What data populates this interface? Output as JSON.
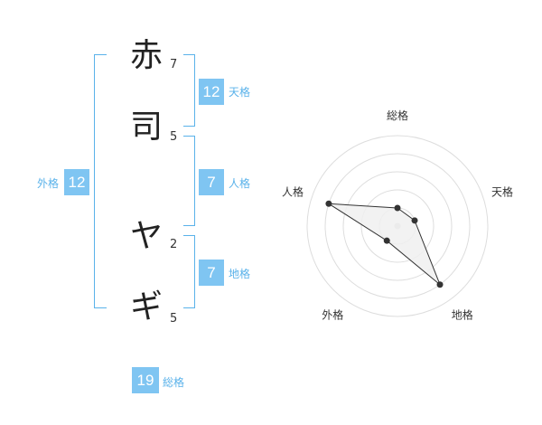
{
  "name": {
    "chars": [
      {
        "char": "赤",
        "strokes": "7"
      },
      {
        "char": "司",
        "strokes": "5"
      },
      {
        "char": "ヤ",
        "strokes": "2"
      },
      {
        "char": "ギ",
        "strokes": "5"
      }
    ]
  },
  "fortunes": {
    "tenkaku": {
      "value": "12",
      "label": "天格"
    },
    "jinkaku": {
      "value": "7",
      "label": "人格"
    },
    "chikaku": {
      "value": "7",
      "label": "地格"
    },
    "gaikaku": {
      "value": "12",
      "label": "外格"
    },
    "soukaku": {
      "value": "19",
      "label": "総格"
    }
  },
  "chart_data": {
    "type": "radar",
    "axes": [
      "総格",
      "天格",
      "地格",
      "外格",
      "人格"
    ],
    "values": [
      1,
      1,
      4,
      1,
      4
    ],
    "max": 5,
    "rings": 5,
    "colors": {
      "fill": "#f0f0f0",
      "stroke": "#333333",
      "point": "#333333",
      "grid": "#dddddd",
      "center": "#cccccc"
    }
  },
  "colors": {
    "accent": "#7fc5f2",
    "bracket": "#5ab2ea"
  }
}
